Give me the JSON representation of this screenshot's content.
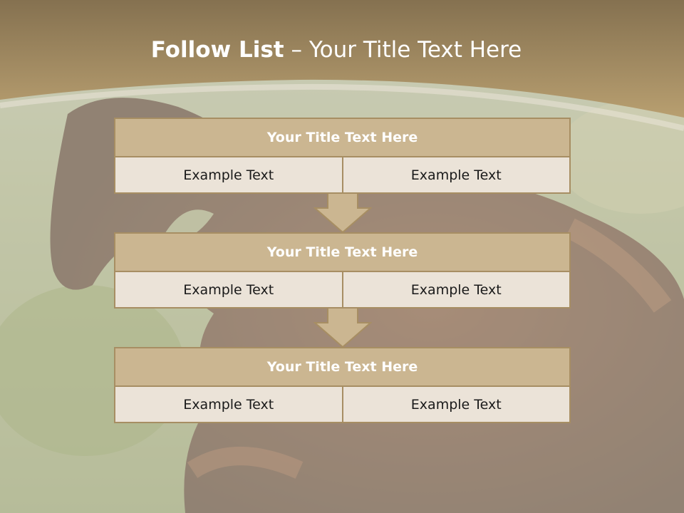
{
  "slide": {
    "title_strong": "Follow List",
    "title_rest": " – Your Title Text Here",
    "colors": {
      "header_band": "#a7895c",
      "box_head": "#cbb691",
      "box_body": "#ebe3d8",
      "box_border": "#a78e63"
    }
  },
  "steps": [
    {
      "title": "Your Title Text Here",
      "left": "Example Text",
      "right": "Example Text"
    },
    {
      "title": "Your Title Text Here",
      "left": "Example Text",
      "right": "Example Text"
    },
    {
      "title": "Your Title Text Here",
      "left": "Example Text",
      "right": "Example Text"
    }
  ],
  "icons": [
    "down-arrow-icon",
    "down-arrow-icon"
  ]
}
